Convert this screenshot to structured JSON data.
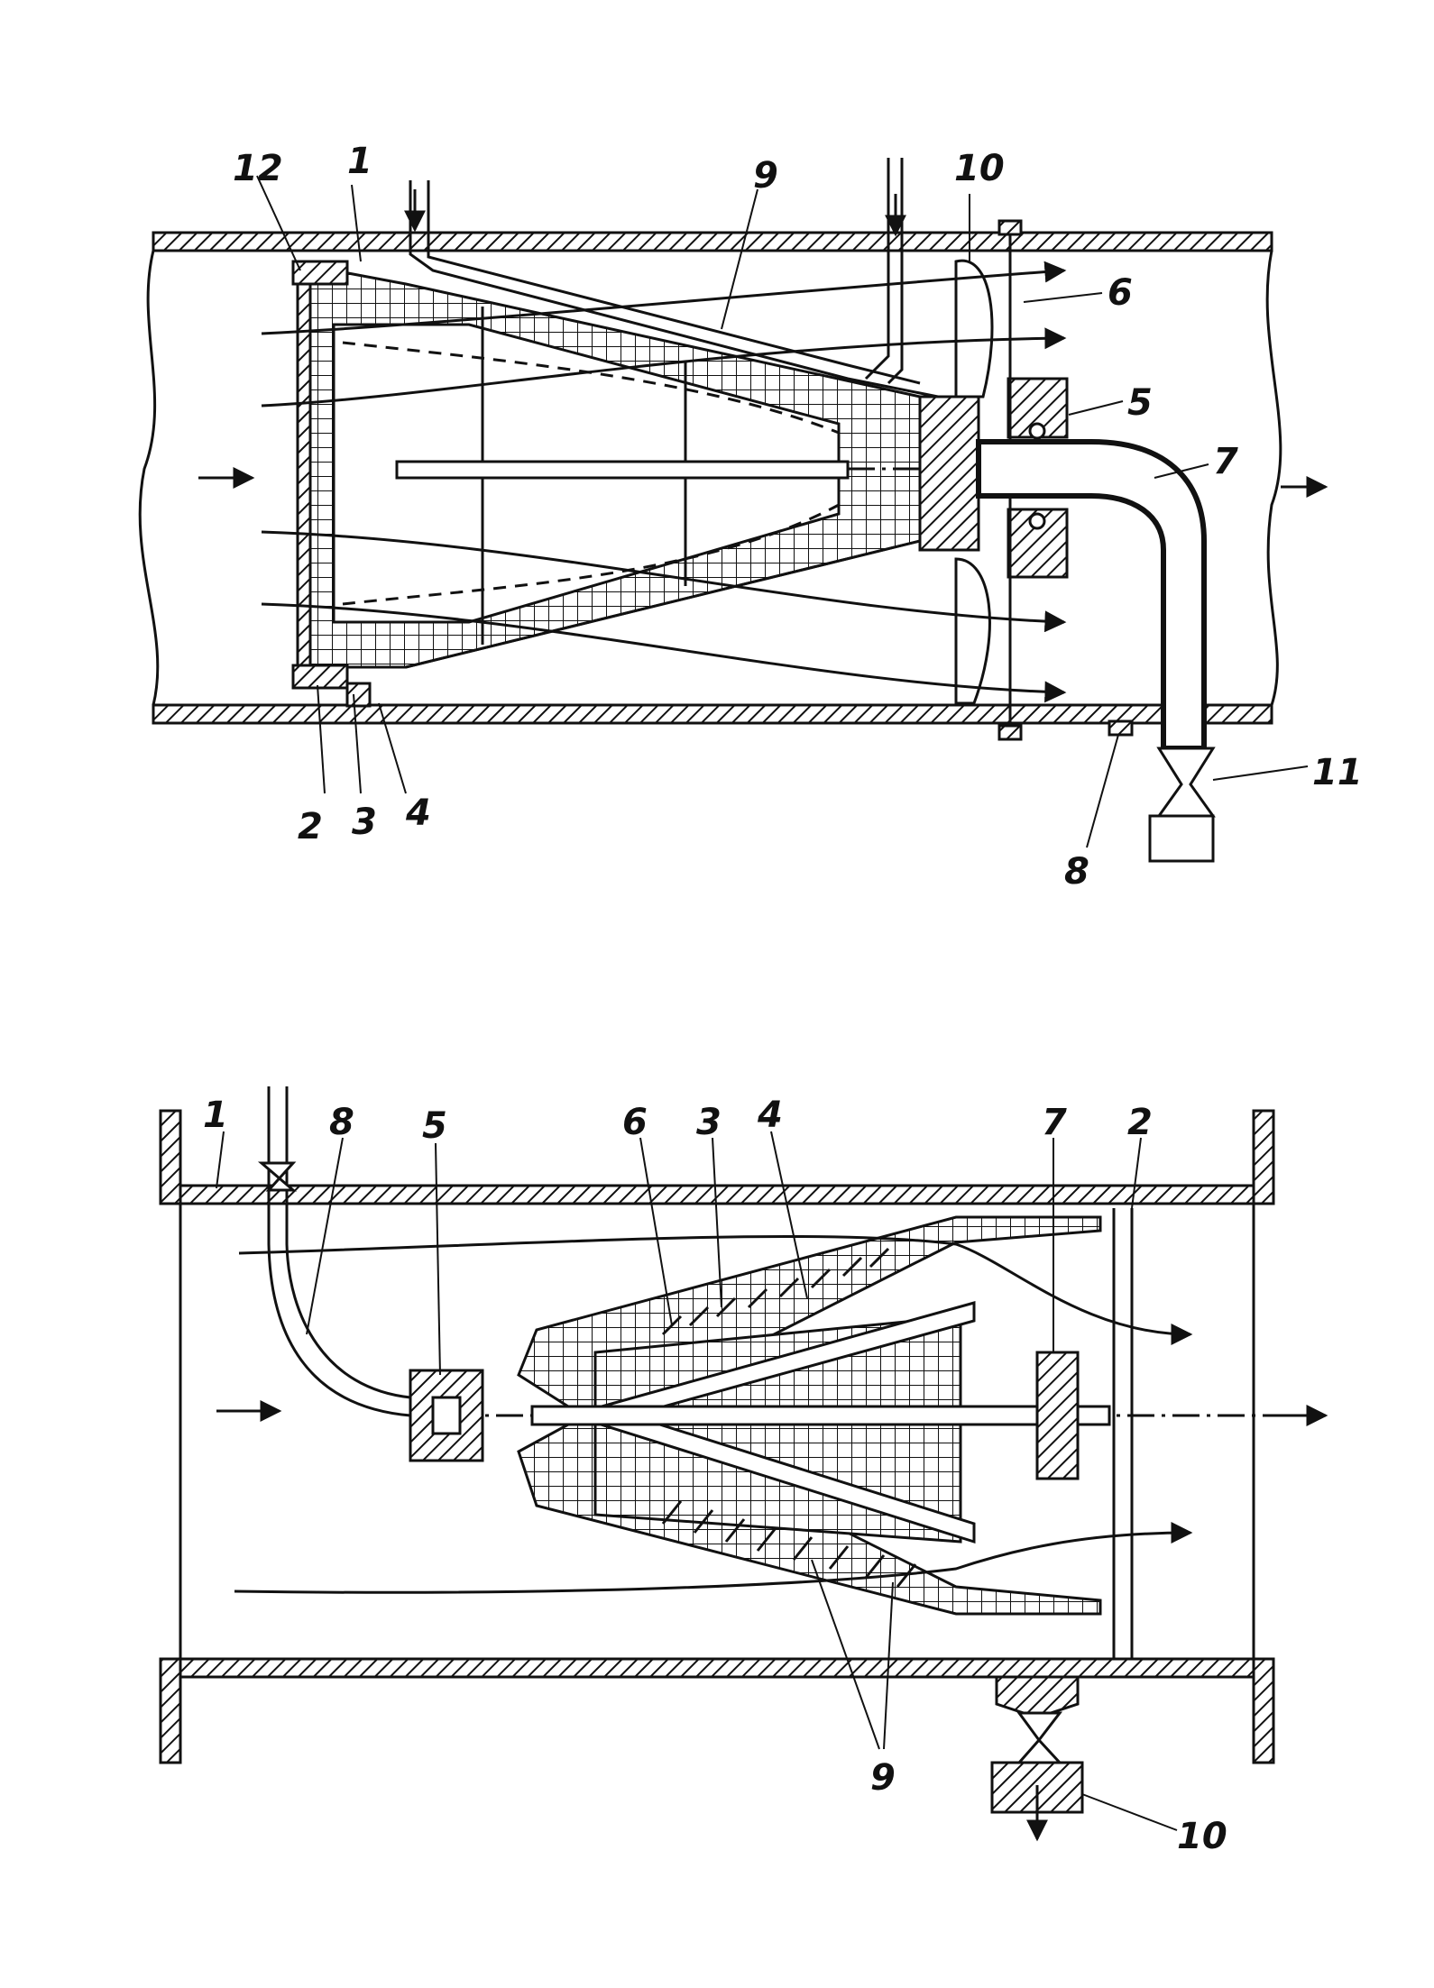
{
  "page": {
    "background": "#ffffff",
    "ink": "#111111"
  },
  "figure1": {
    "labels": {
      "l1": "1",
      "l2": "2",
      "l3": "3",
      "l4": "4",
      "l5": "5",
      "l6": "6",
      "l7": "7",
      "l8": "8",
      "l9": "9",
      "l10": "10",
      "l11": "11",
      "l12": "12"
    }
  },
  "figure2": {
    "labels": {
      "l1": "1",
      "l2": "2",
      "l3": "3",
      "l4": "4",
      "l5": "5",
      "l6": "6",
      "l7": "7",
      "l8": "8",
      "l9": "9",
      "l10": "10"
    }
  }
}
